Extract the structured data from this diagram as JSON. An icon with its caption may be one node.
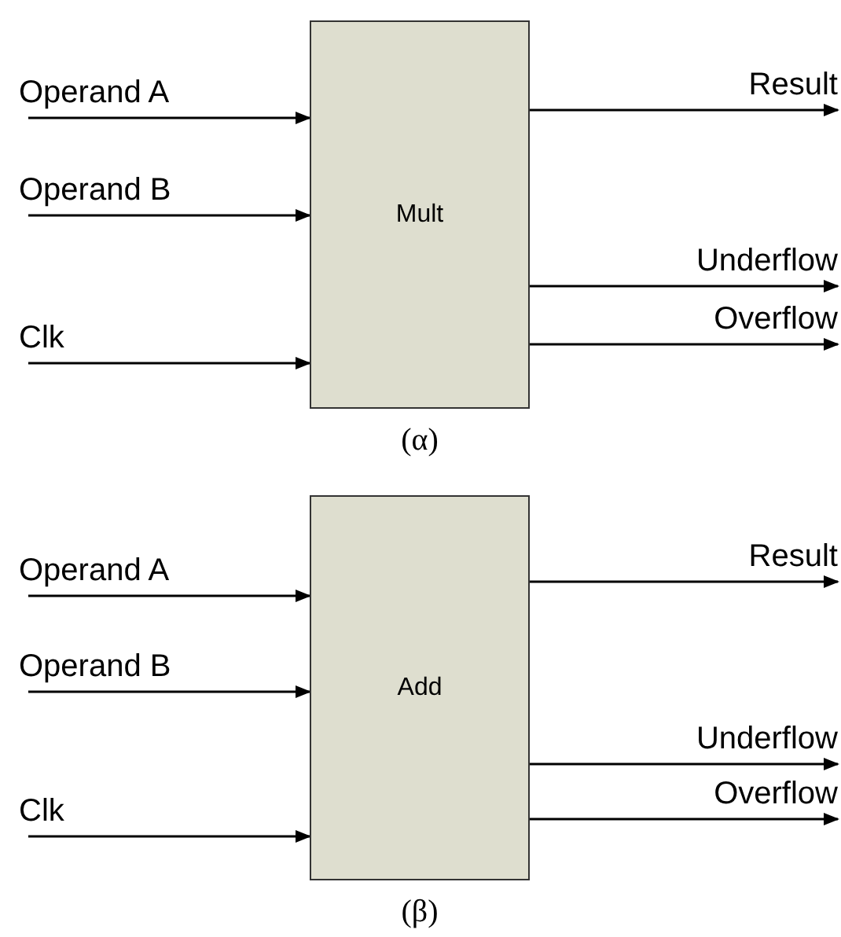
{
  "diagram": {
    "nodes": [
      {
        "text": [
          "Mult"
        ],
        "beside": [
          "(α)"
        ]
      },
      {
        "text": [
          "Add"
        ],
        "beside": [
          "(β)"
        ]
      }
    ],
    "edges": [
      {
        "from": null,
        "to": 0,
        "arrow": "to",
        "label": "Operand A"
      },
      {
        "from": null,
        "to": 0,
        "arrow": "to",
        "label": "Operand B"
      },
      {
        "from": null,
        "to": 0,
        "arrow": "to",
        "label": "Clk"
      },
      {
        "from": 0,
        "to": null,
        "arrow": "to",
        "label": "Result"
      },
      {
        "from": 0,
        "to": null,
        "arrow": "to",
        "label": "Underflow"
      },
      {
        "from": 0,
        "to": null,
        "arrow": "to",
        "label": "Overflow"
      },
      {
        "from": null,
        "to": 1,
        "arrow": "to",
        "label": "Operand A"
      },
      {
        "from": null,
        "to": 1,
        "arrow": "to",
        "label": "Operand B"
      },
      {
        "from": null,
        "to": 1,
        "arrow": "to",
        "label": "Clk"
      },
      {
        "from": 1,
        "to": null,
        "arrow": "to",
        "label": "Result"
      },
      {
        "from": 1,
        "to": null,
        "arrow": "to",
        "label": "Underflow"
      },
      {
        "from": 1,
        "to": null,
        "arrow": "to",
        "label": "Overflow"
      }
    ]
  }
}
